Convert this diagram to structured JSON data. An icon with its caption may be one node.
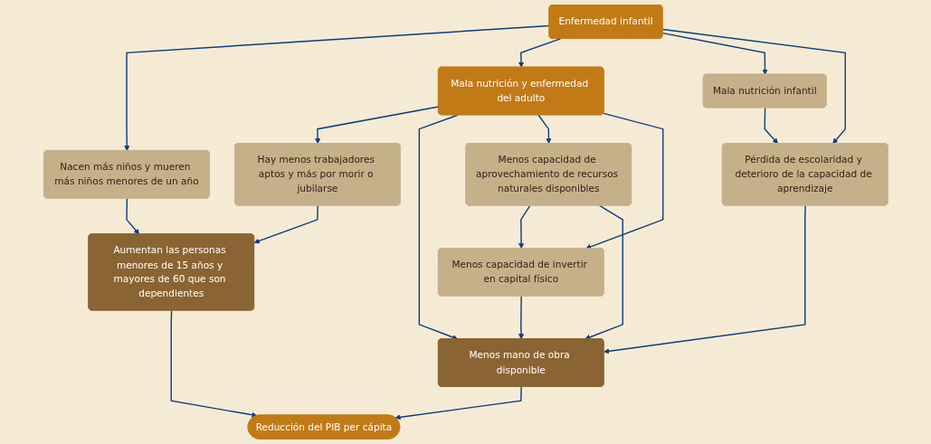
{
  "diagram": {
    "nodes": [
      {
        "text": [
          "Nacen más niños y mueren más niños menores de un año"
        ]
      },
      {
        "text": [
          "Aumentan las personas menores de 15 años y mayores de 60 que son dependientes"
        ]
      },
      {
        "text": [
          "Hay menos trabajadores aptos y más por morir o jubilarse"
        ]
      },
      {
        "text": [
          "Reducción del PIB per cápita"
        ]
      },
      {
        "text": [
          "Enfermedad infantil"
        ]
      },
      {
        "text": [
          "Menos mano de obra disponible"
        ]
      },
      {
        "text": [
          "Mala nutrición y enfermedad del adulto"
        ]
      },
      {
        "text": [
          "Mala nutrición infantil"
        ]
      },
      {
        "text": [
          "Menos capacidad de aprovechamiento de recursos naturales disponibles"
        ]
      },
      {
        "text": [
          "Pérdida de escolaridad y deterioro de la capacidad de aprendizaje"
        ]
      },
      {
        "text": [
          "Menos capacidad de invertir en capital físico"
        ]
      }
    ],
    "edges": [
      {
        "from": 0,
        "to": 1,
        "arrow": "to"
      },
      {
        "from": 2,
        "to": 1,
        "arrow": "to"
      },
      {
        "from": 1,
        "to": 3,
        "arrow": "to"
      },
      {
        "from": 4,
        "to": 0,
        "arrow": "to"
      },
      {
        "from": 6,
        "to": 2,
        "arrow": "to"
      },
      {
        "from": 5,
        "to": 3,
        "arrow": "to"
      },
      {
        "from": 4,
        "to": 6,
        "arrow": "to"
      },
      {
        "from": 6,
        "to": 5,
        "arrow": "to"
      },
      {
        "from": 4,
        "to": 7,
        "arrow": "to"
      },
      {
        "from": 7,
        "to": 9,
        "arrow": "to"
      },
      {
        "from": 4,
        "to": 9,
        "arrow": "to"
      },
      {
        "from": 6,
        "to": 8,
        "arrow": "to"
      },
      {
        "from": 8,
        "to": 10,
        "arrow": "to"
      },
      {
        "from": 6,
        "to": 10,
        "arrow": "to"
      },
      {
        "from": 9,
        "to": 5,
        "arrow": "to"
      },
      {
        "from": 8,
        "to": 5,
        "arrow": "to"
      },
      {
        "from": 10,
        "to": 5,
        "arrow": "to"
      }
    ]
  }
}
